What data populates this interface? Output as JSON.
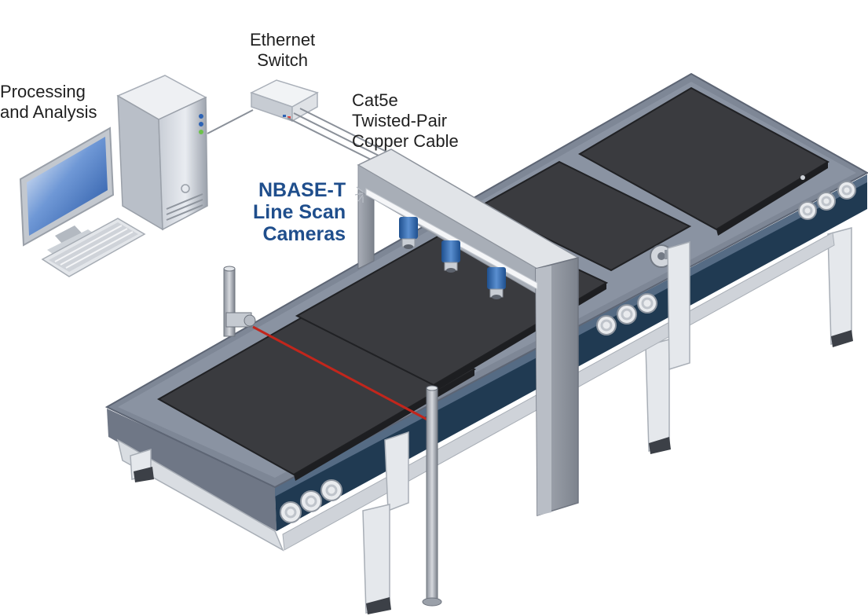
{
  "labels": {
    "processing": [
      "Processing",
      "and Analysis"
    ],
    "switch": [
      "Ethernet",
      "Switch"
    ],
    "cable": [
      "Cat5e",
      "Twisted-Pair",
      "Copper Cable"
    ],
    "cameras": [
      "NBASE-T",
      "Line Scan",
      "Cameras"
    ]
  },
  "colors": {
    "accent_text": "#1f4e8c",
    "belt_dark": "#203a52",
    "frame": "#8d929c",
    "plate": "#3a3b3f",
    "laser": "#c2261c",
    "camera_blue": "#2e68b0"
  }
}
